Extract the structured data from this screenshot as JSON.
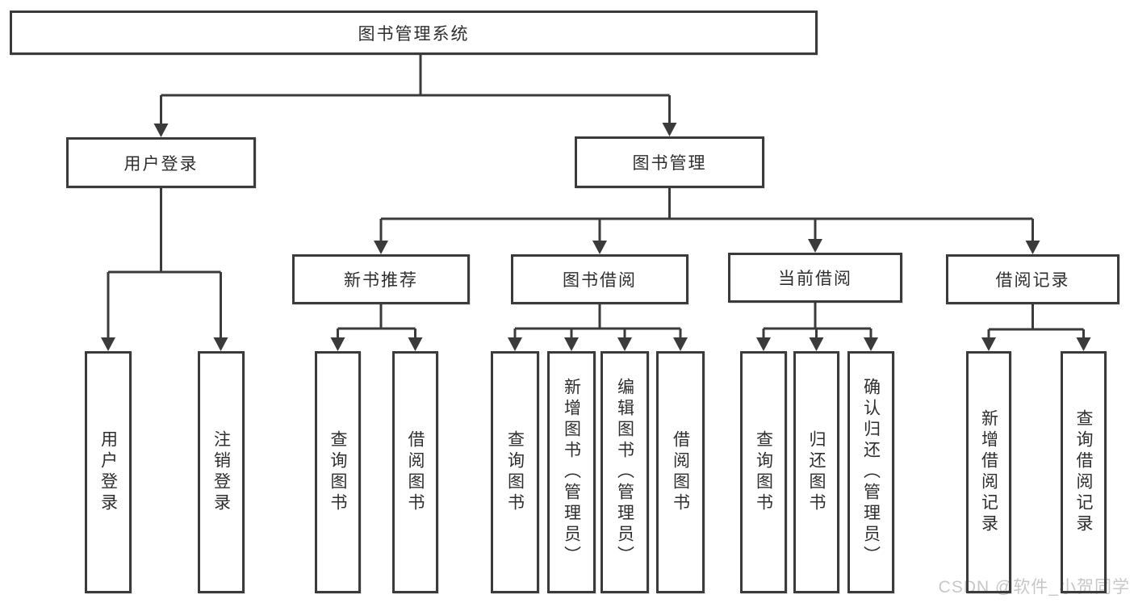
{
  "nodes": {
    "root": "图书管理系统",
    "level2": [
      "用户登录",
      "图书管理"
    ],
    "level3": [
      "新书推荐",
      "图书借阅",
      "当前借阅",
      "借阅记录"
    ],
    "leaves": {
      "login": [
        "用户登录",
        "注销登录"
      ],
      "recommend": [
        "查询图书",
        "借阅图书"
      ],
      "borrow": [
        "查询图书",
        "新增图书（管理员）",
        "编辑图书（管理员）",
        "借阅图书"
      ],
      "current": [
        "查询图书",
        "归还图书",
        "确认归还（管理员）"
      ],
      "records": [
        "新增借阅记录",
        "查询借阅记录"
      ]
    }
  },
  "watermark": "CSDN @软件_小贺同学",
  "colors": {
    "line": "#3b3b3b",
    "box_border": "#3b3b3b",
    "box_fill": "transparent",
    "text": "#2e2e2e",
    "watermark": "#c7c7c7",
    "background": "#ffffff"
  }
}
